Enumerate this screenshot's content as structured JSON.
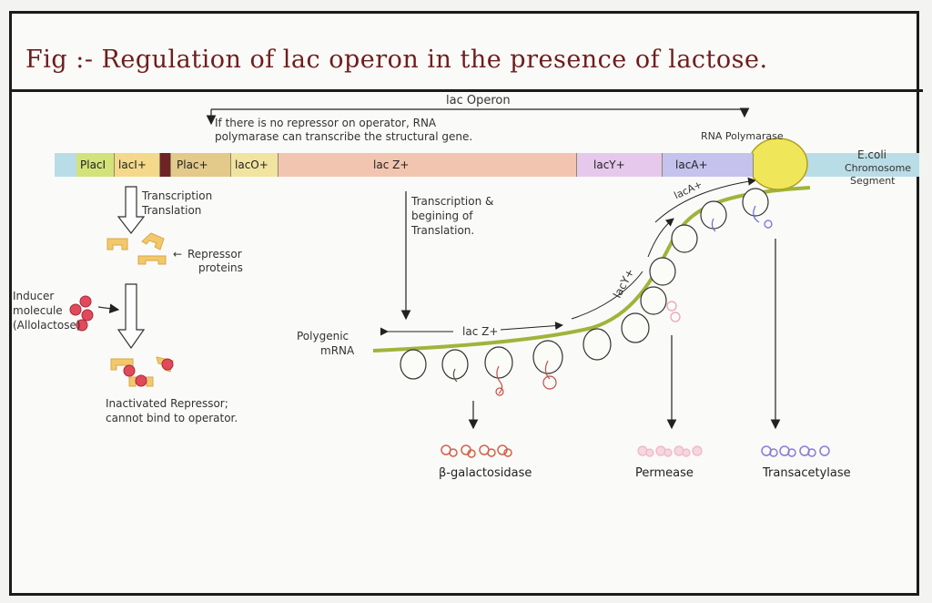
{
  "title": "Fig :- Regulation of lac operon in the presence of lactose.",
  "operon_label": "lac Operon",
  "operator_note": [
    "If there is no repressor on operator, RNA",
    "polymarase can transcribe the structural gene."
  ],
  "rna_polymerase_label": "RNA Polymarase",
  "chromosome_label": [
    "E.coli",
    "Chromosome",
    "Segment"
  ],
  "genes": [
    "PlacI",
    "lacI+",
    "Plac+",
    "lacO+",
    "lac Z+",
    "lacY+",
    "lacA+"
  ],
  "transcription_left": [
    "Transcription",
    "Translation"
  ],
  "repressor_label": [
    "Repressor",
    "proteins"
  ],
  "inducer_label": [
    "Inducer",
    "molecule",
    "(Allolactose)"
  ],
  "inactivated_label": [
    "Inactivated Repressor;",
    "cannot bind to operator."
  ],
  "transcription_middle": [
    "Transcription &",
    "begining of",
    "Translation."
  ],
  "mrna_label": [
    "Polygenic",
    "mRNA"
  ],
  "mrna_segments": [
    "lac Z+",
    "lacY+",
    "lacA+"
  ],
  "products": [
    "β-galactosidase",
    "Permease",
    "Transacetylase"
  ],
  "colors": {
    "title": "#6e1d1d",
    "placi": "#d4e27a",
    "laci": "#f4d98a",
    "plac": "#e3c98a",
    "laco": "#f1e4a0",
    "lacz": "#f2c5b0",
    "lacy": "#e6c8ec",
    "laca": "#c5c2ee",
    "polymerase": "#f0e65a",
    "mrna": "#9fb43a",
    "galactosidase": "#d2624a",
    "permease": "#ecb7c8",
    "transacetylase": "#8a7ad8"
  }
}
